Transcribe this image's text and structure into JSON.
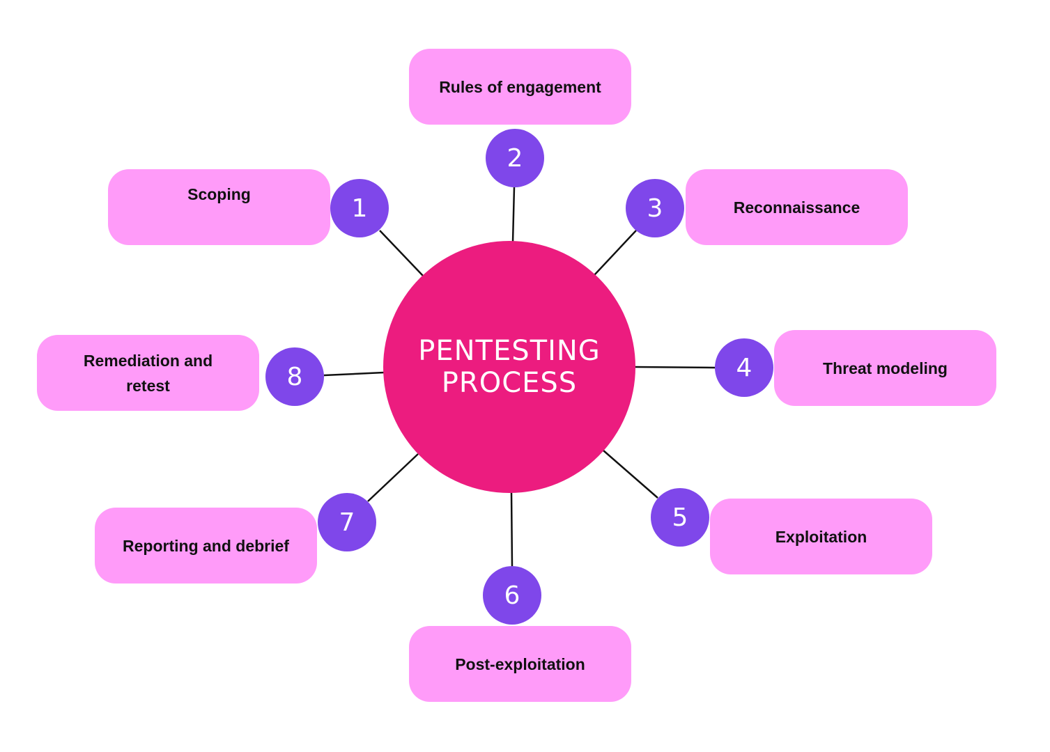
{
  "title": [
    "PENTESTING",
    "PROCESS"
  ],
  "colors": {
    "hub": "#EC1C7F",
    "step_circle": "#7F47EA",
    "box": "#FF9BF9"
  },
  "steps": [
    {
      "number": "1",
      "label": "Scoping"
    },
    {
      "number": "2",
      "label": "Rules of engagement"
    },
    {
      "number": "3",
      "label": "Reconnaissance"
    },
    {
      "number": "4",
      "label": "Threat modeling"
    },
    {
      "number": "5",
      "label": "Exploitation"
    },
    {
      "number": "6",
      "label": "Post-exploitation"
    },
    {
      "number": "7",
      "label": "Reporting and debrief"
    },
    {
      "number": "8",
      "label": "Remediation and retest"
    }
  ]
}
